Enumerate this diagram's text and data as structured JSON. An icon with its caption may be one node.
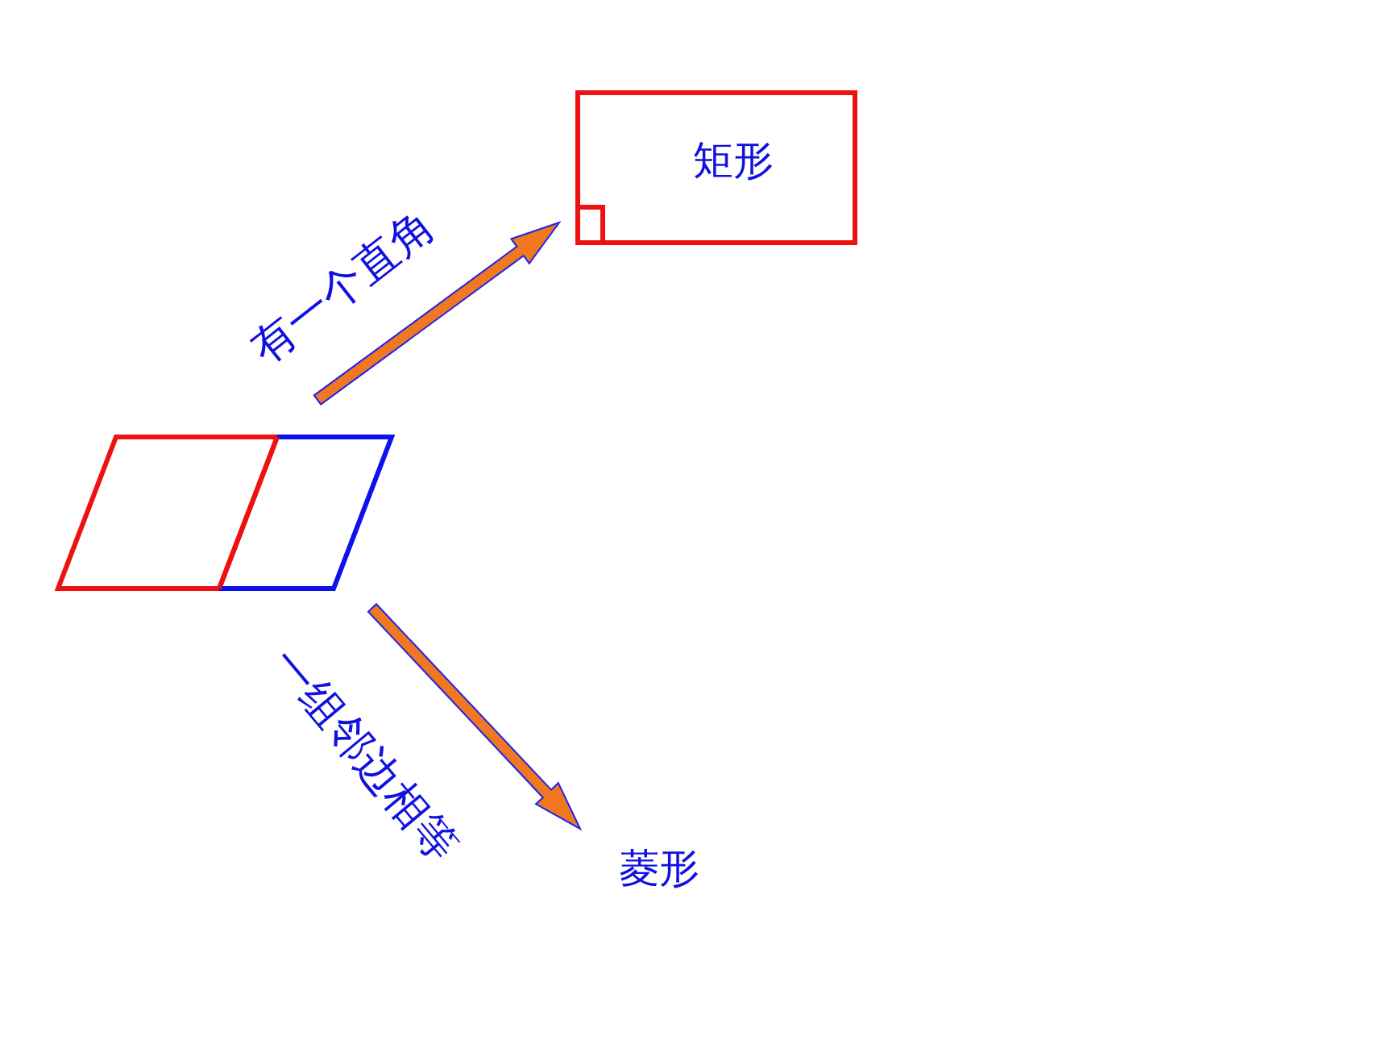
{
  "diagram": {
    "nodes": [
      {
        "text": [],
        "shape": "parallelogram"
      },
      {
        "text": [
          "矩形"
        ]
      },
      {
        "text": [
          "菱形"
        ]
      }
    ],
    "edges": [
      {
        "from": 0,
        "to": 1,
        "arrow": "to",
        "label": "有一个直角",
        "style": "thick",
        "color": "#f07820"
      },
      {
        "from": 0,
        "to": 2,
        "arrow": "to",
        "label": "一组邻边相等",
        "style": "thick",
        "color": "#f07820"
      }
    ]
  }
}
